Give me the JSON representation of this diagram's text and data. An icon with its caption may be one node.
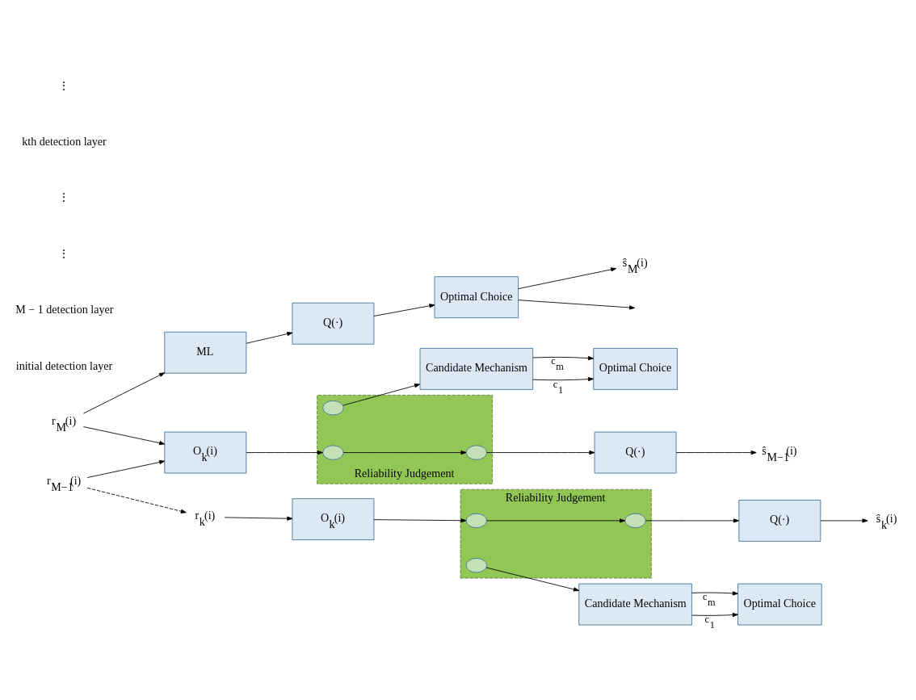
{
  "diagram": {
    "nodes": [
      {
        "text": [
          "r$_{M}$(i)"
        ]
      },
      {
        "text": [
          "ML"
        ]
      },
      {
        "text": [
          "Q(·)"
        ]
      },
      {
        "text": [
          "Optimal Choice"
        ]
      },
      {
        "text": [
          "ŝ$_{M}$(i)"
        ]
      },
      {
        "text": [
          "r$_{M−1}$(i)"
        ]
      },
      {
        "text": [
          "O$_{k}$(i)"
        ]
      },
      {
        "text": [
          "Reliability Judgement"
        ]
      },
      {
        "text": [],
        "shape": "circle",
        "in": 7
      },
      {
        "text": [],
        "shape": "circle",
        "in": 7
      },
      {
        "text": [],
        "shape": "circle",
        "in": 7
      },
      {
        "text": [
          "Q(·)"
        ]
      },
      {
        "text": [
          "Candidate Mechanism"
        ]
      },
      {
        "text": [
          "Optimal Choice"
        ]
      },
      {
        "text": [
          "ŝ$_{M−1}$(i)"
        ]
      },
      {
        "text": [
          "r$_{k}$(i)"
        ]
      },
      {
        "text": [
          "O$_{k}$(i)"
        ]
      },
      {
        "text": [
          "Reliability Judgement"
        ]
      },
      {
        "text": [],
        "shape": "circle",
        "in": 17
      },
      {
        "text": [],
        "shape": "circle",
        "in": 17
      },
      {
        "text": [],
        "shape": "circle",
        "in": 17
      },
      {
        "text": [
          "Q(·)"
        ]
      },
      {
        "text": [
          "Candidate Mechanism"
        ]
      },
      {
        "text": [
          "Optimal Choice"
        ]
      },
      {
        "text": [
          "ŝ$_{k}$(i)"
        ]
      }
    ],
    "edges": [
      {
        "from": 0,
        "to": 1,
        "arrow": "to"
      },
      {
        "from": 1,
        "to": 2,
        "arrow": "to"
      },
      {
        "from": 2,
        "to": 3,
        "arrow": "to"
      },
      {
        "from": 3,
        "to": 4,
        "arrow": "to"
      },
      {
        "from": 3,
        "to": null,
        "arrow": "to"
      },
      {
        "from": 0,
        "to": 6,
        "arrow": "to"
      },
      {
        "from": 5,
        "to": 6,
        "arrow": "to"
      },
      {
        "from": 6,
        "to": 8,
        "arrow": "to"
      },
      {
        "from": 8,
        "to": 9,
        "arrow": "to"
      },
      {
        "from": 9,
        "to": 11,
        "arrow": "to"
      },
      {
        "from": 10,
        "to": 12,
        "arrow": "to"
      },
      {
        "from": 12,
        "to": 13,
        "arrow": "to",
        "label": "c$_{1}$"
      },
      {
        "from": 12,
        "to": 13,
        "arrow": "to",
        "label": "c$_{m}$"
      },
      {
        "from": 11,
        "to": 14,
        "arrow": "to"
      },
      {
        "from": 5,
        "to": 15,
        "arrow": "to",
        "style": "dashed"
      },
      {
        "from": 15,
        "to": 16,
        "arrow": "to"
      },
      {
        "from": 16,
        "to": 18,
        "arrow": "to"
      },
      {
        "from": 18,
        "to": 19,
        "arrow": "to"
      },
      {
        "from": 19,
        "to": 21,
        "arrow": "to"
      },
      {
        "from": 20,
        "to": 22,
        "arrow": "to"
      },
      {
        "from": 22,
        "to": 23,
        "arrow": "to",
        "label": "c$_{1}$"
      },
      {
        "from": 22,
        "to": 23,
        "arrow": "to",
        "label": "c$_{m}$"
      },
      {
        "from": 21,
        "to": 24,
        "arrow": "to"
      }
    ],
    "labels": [
      "initial detection layer",
      "M − 1 detection layer",
      "⋮",
      "⋮",
      "kth detection layer",
      "⋮"
    ]
  }
}
